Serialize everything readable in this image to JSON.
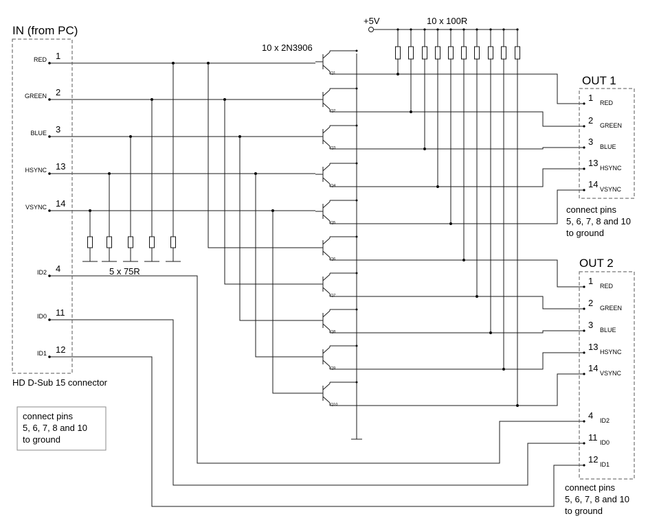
{
  "in_title": "IN  (from PC)",
  "in_connector_label": "HD D-Sub 15 connector",
  "ground_note_lines": [
    "connect pins",
    "5, 6, 7, 8 and 10",
    "to ground"
  ],
  "transistors_label": "10 x 2N3906",
  "pullup_label": "10 x 100R",
  "supply_label": "+5V",
  "termination_label": "5 x 75R",
  "in_pins": [
    {
      "pin": "1",
      "signal": "RED"
    },
    {
      "pin": "2",
      "signal": "GREEN"
    },
    {
      "pin": "3",
      "signal": "BLUE"
    },
    {
      "pin": "13",
      "signal": "HSYNC"
    },
    {
      "pin": "14",
      "signal": "VSYNC"
    },
    {
      "pin": "4",
      "signal": "ID2"
    },
    {
      "pin": "11",
      "signal": "ID0"
    },
    {
      "pin": "12",
      "signal": "ID1"
    }
  ],
  "transistor_names": [
    "Q1",
    "Q2",
    "Q3",
    "Q4",
    "Q5",
    "Q6",
    "Q7",
    "Q8",
    "Q9",
    "Q10"
  ],
  "outputs": [
    {
      "title": "OUT 1",
      "pins": [
        {
          "pin": "1",
          "signal": "RED"
        },
        {
          "pin": "2",
          "signal": "GREEN"
        },
        {
          "pin": "3",
          "signal": "BLUE"
        },
        {
          "pin": "13",
          "signal": "HSYNC"
        },
        {
          "pin": "14",
          "signal": "VSYNC"
        }
      ],
      "note_lines": [
        "connect pins",
        "5, 6, 7, 8 and 10",
        "to ground"
      ]
    },
    {
      "title": "OUT 2",
      "pins": [
        {
          "pin": "1",
          "signal": "RED"
        },
        {
          "pin": "2",
          "signal": "GREEN"
        },
        {
          "pin": "3",
          "signal": "BLUE"
        },
        {
          "pin": "13",
          "signal": "HSYNC"
        },
        {
          "pin": "14",
          "signal": "VSYNC"
        },
        {
          "pin": "4",
          "signal": "ID2"
        },
        {
          "pin": "11",
          "signal": "ID0"
        },
        {
          "pin": "12",
          "signal": "ID1"
        }
      ],
      "note_lines": [
        "connect pins",
        "5, 6, 7, 8 and 10",
        "to ground"
      ]
    }
  ]
}
